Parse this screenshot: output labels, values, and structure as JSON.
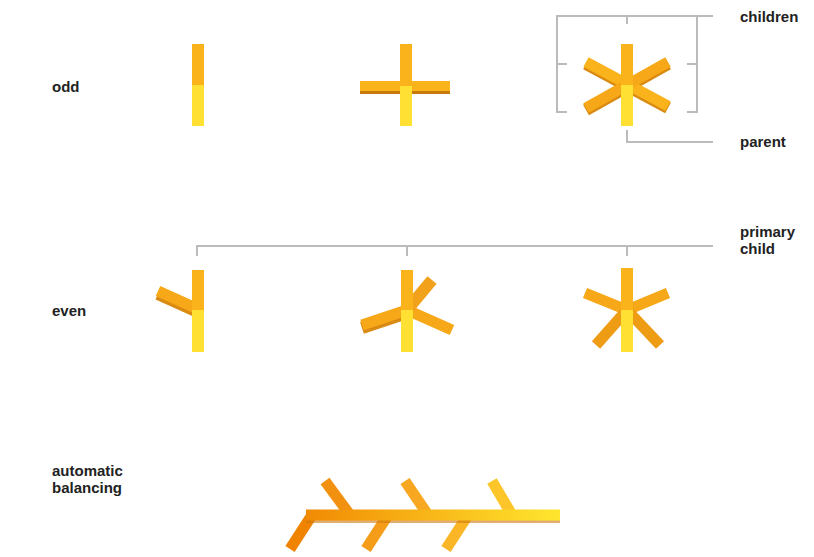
{
  "diagram": {
    "labels": [
      "children",
      "odd",
      "parent",
      "primary child",
      "even",
      "automatic balancing"
    ]
  }
}
